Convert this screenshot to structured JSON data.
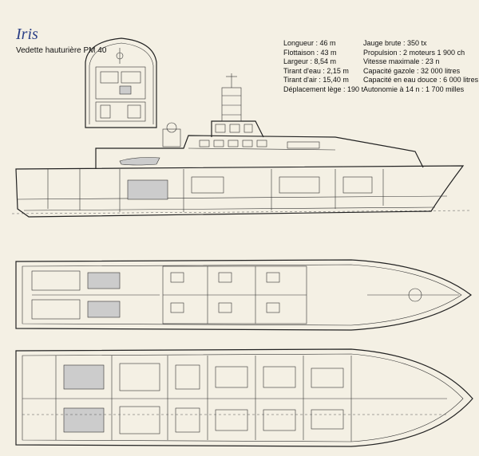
{
  "title": "Iris",
  "subtitle": "Vedette hauturière PM 40",
  "specs_left": [
    "Longueur : 46 m",
    "Flottaison : 43 m",
    "Largeur : 8,54 m",
    "Tirant d'eau : 2,15 m",
    "Tirant d'air : 15,40 m",
    "Déplacement lège : 190 t"
  ],
  "specs_right": [
    "Jauge brute : 350 tx",
    "Propulsion : 2 moteurs 1 900 ch",
    "Vitesse maximale : 23 n",
    "Capacité gazole : 32 000 litres",
    "Capacité en eau douce : 6 000 litres",
    "Autonomie à 14 n : 1 700 milles"
  ],
  "colors": {
    "background": "#f4f0e4",
    "title": "#2b3f86",
    "line": "#222222"
  }
}
